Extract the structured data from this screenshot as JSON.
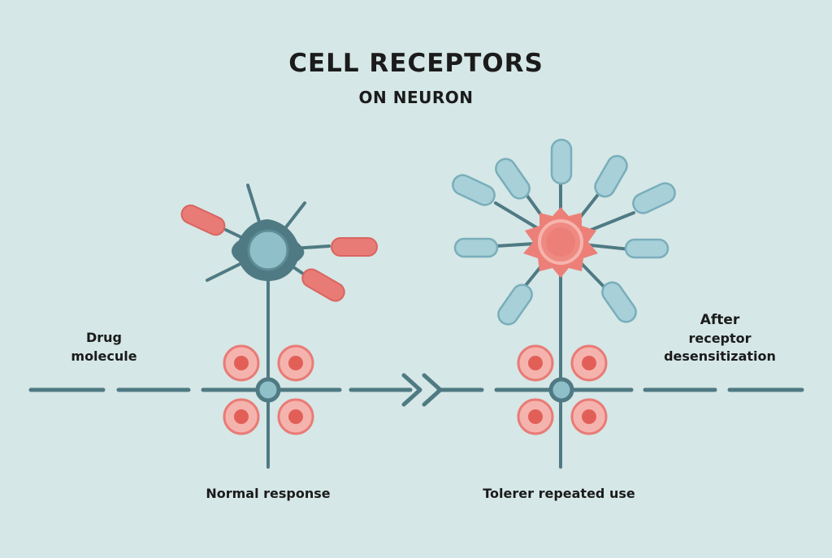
{
  "diagram": {
    "title": "CELL RECEPTORS",
    "subtitle": "ON NEURON",
    "labels": {
      "drug_line1": "Drug",
      "drug_line2": "molecule",
      "normal": "Normal response",
      "tolerance": "Tolerer repeated use",
      "after_line1": "After",
      "after_line2": "receptor",
      "after_line3": "desensitization"
    }
  },
  "colors": {
    "background": "#d5e7e6",
    "membrane": "#4f7a84",
    "neuron_teal": "#4f7a84",
    "nucleus_teal": "#8fc0c9",
    "drug_red": "#e97b76",
    "drug_red_light": "#f5b3ae",
    "receptor_blue": "#a7d0d9",
    "receptor_blue_stroke": "#79aebb",
    "soma_red": "#ec8078"
  }
}
